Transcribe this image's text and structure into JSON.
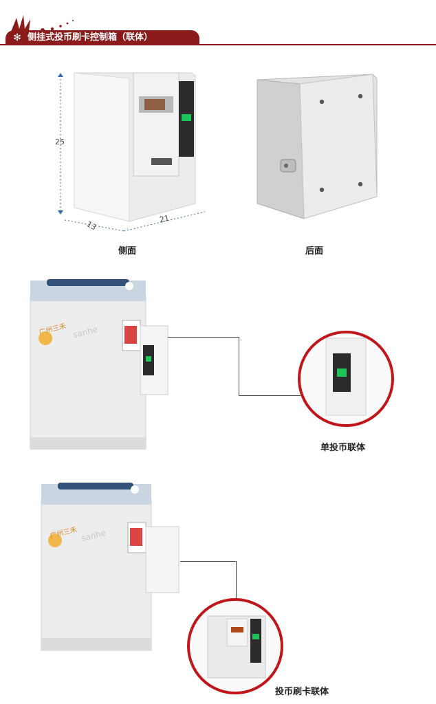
{
  "header": {
    "title": "侧挂式投币刷卡控制箱（联体）",
    "icon": "snowflake-icon"
  },
  "dimensions": {
    "height": "25",
    "depth": "13",
    "width": "21"
  },
  "views": {
    "side_label": "侧面",
    "back_label": "后面"
  },
  "units": {
    "single_coin_label": "单投币联体",
    "coin_card_label": "投币刷卡联体"
  },
  "washer": {
    "brand": "广州三禾",
    "logo_text": "sanhe"
  },
  "colors": {
    "banner": "#8b1a1a",
    "highlight_ring": "#c0161b",
    "coin_panel": "#2b2b2b",
    "coin_light": "#1ec45a"
  }
}
